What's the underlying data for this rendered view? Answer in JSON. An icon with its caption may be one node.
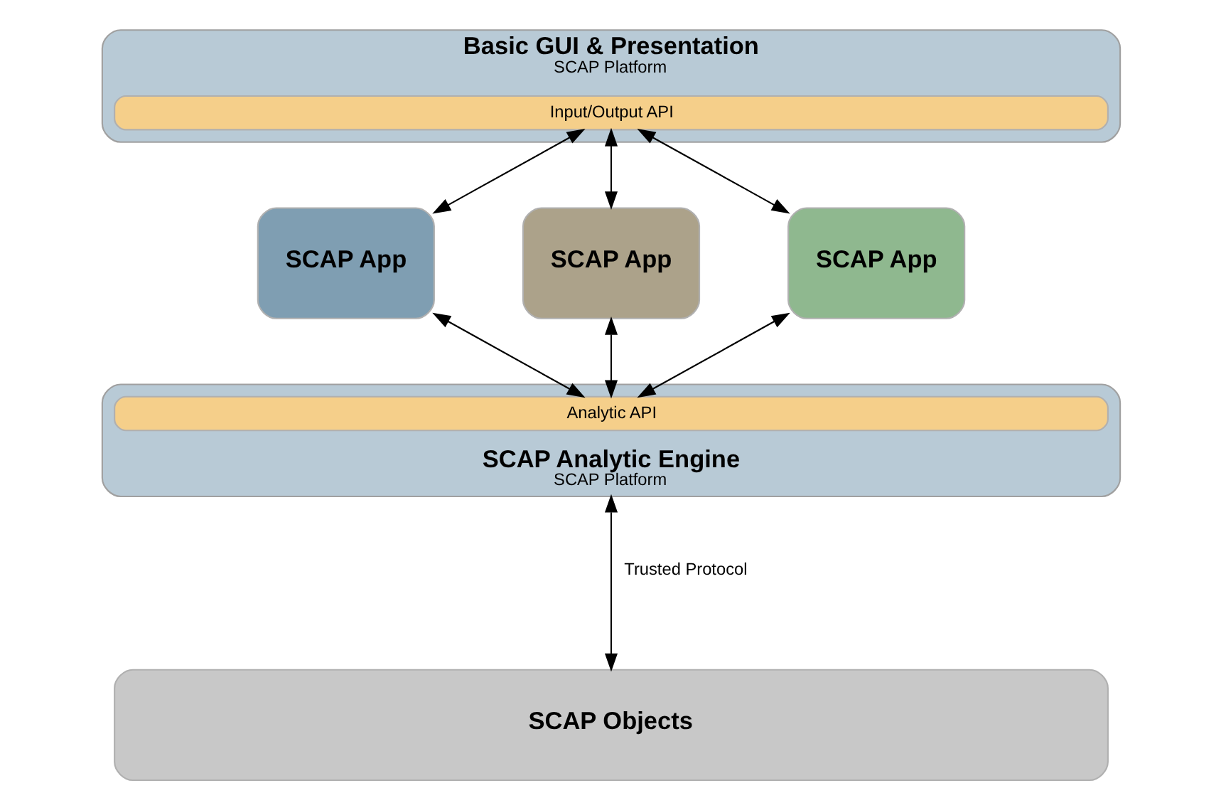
{
  "diagram": {
    "nodes": [
      {
        "text": [
          "Basic GUI & Presentation",
          "SCAP Platform"
        ]
      },
      {
        "text": [
          "Input/Output API"
        ],
        "in": 0
      },
      {
        "text": [
          "SCAP App"
        ]
      },
      {
        "text": [
          "SCAP App"
        ]
      },
      {
        "text": [
          "SCAP App"
        ]
      },
      {
        "text": [
          "SCAP Analytic Engine",
          "SCAP Platform"
        ]
      },
      {
        "text": [
          "Analytic API"
        ],
        "in": 5
      },
      {
        "text": [
          "SCAP Objects"
        ]
      }
    ],
    "edges": [
      {
        "from": 1,
        "to": 2,
        "arrow": "both"
      },
      {
        "from": 1,
        "to": 3,
        "arrow": "both"
      },
      {
        "from": 1,
        "to": 4,
        "arrow": "both"
      },
      {
        "from": 2,
        "to": 6,
        "arrow": "both"
      },
      {
        "from": 3,
        "to": 6,
        "arrow": "both"
      },
      {
        "from": 4,
        "to": 6,
        "arrow": "both"
      },
      {
        "from": 5,
        "to": 7,
        "arrow": "both",
        "label": "Trusted Protocol"
      }
    ]
  }
}
